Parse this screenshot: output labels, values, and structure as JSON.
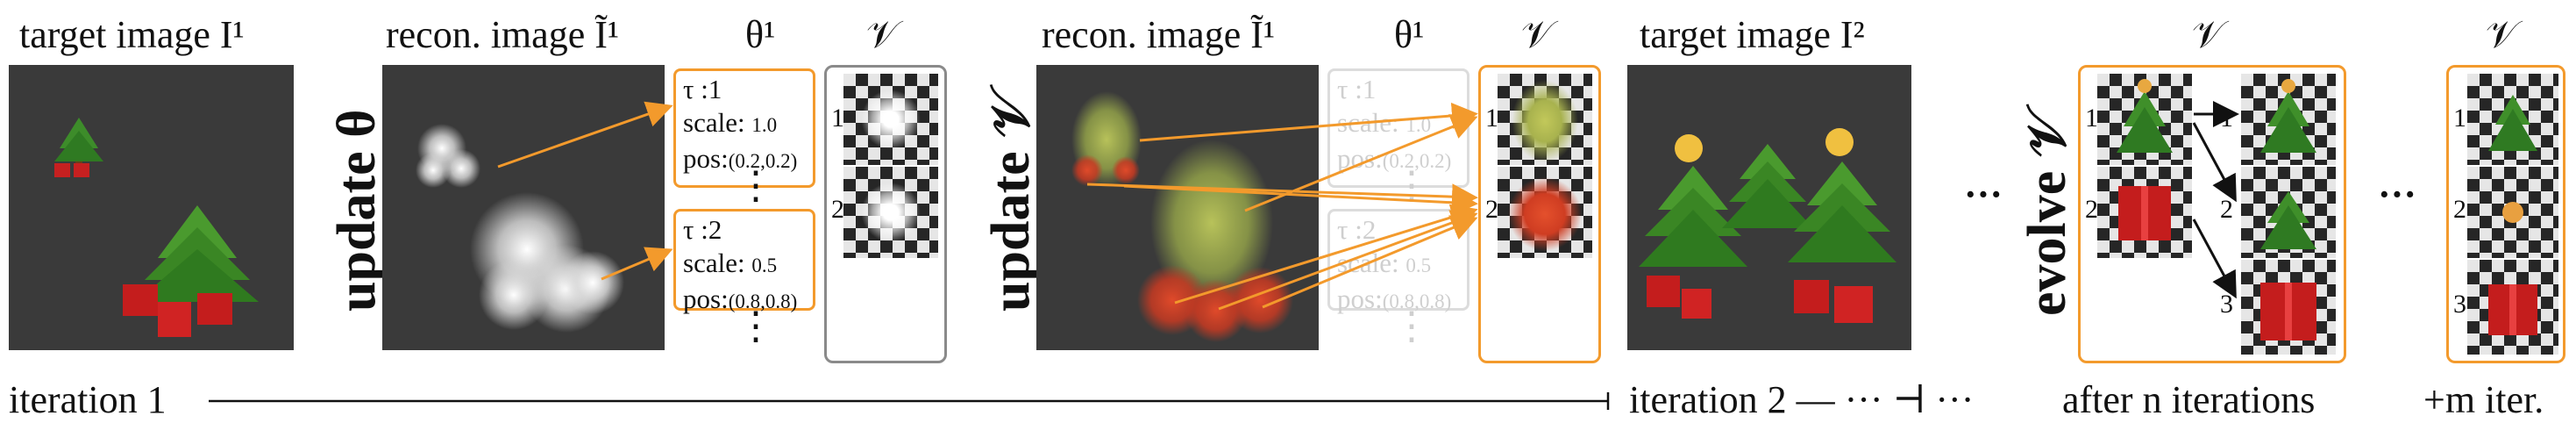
{
  "labels": {
    "target1": "target image I¹",
    "recon1": "recon. image Ĩ¹",
    "theta1": "θ¹",
    "v1": "𝒱",
    "recon2": "recon. image Ĩ¹",
    "theta1b": "θ¹",
    "v2": "𝒱",
    "target2": "target image I²",
    "v3": "𝒱",
    "v4": "𝒱"
  },
  "actions": {
    "update_theta": "update θ",
    "update_v": "update 𝒱",
    "evolve_v": "evolve 𝒱"
  },
  "params": [
    {
      "tau": "τ :1",
      "scale_label": "scale:",
      "scale": "1.0",
      "pos_label": "pos:",
      "pos": "(0.2,0.2)"
    },
    {
      "tau": "τ :2",
      "scale_label": "scale:",
      "scale": "0.5",
      "pos_label": "pos:",
      "pos": "(0.8,0.8)"
    }
  ],
  "ellipsis": "⋮",
  "hdots": "···",
  "slots": {
    "n1": "1",
    "n2": "2",
    "n3": "3"
  },
  "bottom": {
    "iter1": "iteration 1",
    "iter2": "iteration 2 — ··· ⊣ ···",
    "after_n": "after n iterations",
    "plus_m": "+m iter."
  },
  "colors": {
    "orange": "#f39a2c",
    "gray_border": "#8a8a8a",
    "dark_bg": "#3a3a3a"
  }
}
